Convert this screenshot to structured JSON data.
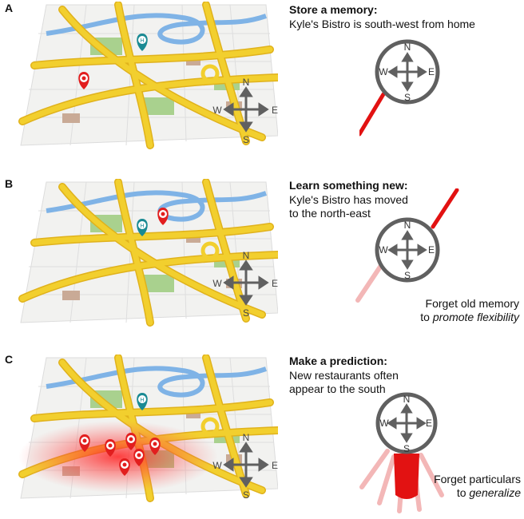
{
  "panels": [
    {
      "letter": "A",
      "heading": "Store a memory:",
      "description": [
        "Kyle's Bistro is south-west from home"
      ],
      "note": null
    },
    {
      "letter": "B",
      "heading": "Learn something new:",
      "description": [
        "Kyle's Bistro has moved",
        "to the north-east"
      ],
      "note": {
        "plain": "Forget old memory",
        "prefix": "to ",
        "emphasis": "promote flexibility"
      }
    },
    {
      "letter": "C",
      "heading": "Make a prediction:",
      "description": [
        "New restaurants often",
        "appear to the south"
      ],
      "note": {
        "plain": "Forget particulars",
        "prefix": "to ",
        "emphasis": "generalize"
      }
    }
  ],
  "compass_labels": {
    "n": "N",
    "s": "S",
    "e": "E",
    "w": "W"
  },
  "home_marker_letter": "H",
  "colors": {
    "road": "#f2cf2e",
    "road_edge": "#e0b21c",
    "river": "#7fb3e6",
    "park": "#a9d18e",
    "block": "#f2f2f0",
    "building": "#c9aa96",
    "restaurant_pin": "#e21e1e",
    "home_pin": "#1a8a93",
    "needle": "#e21212",
    "compass": "#606060"
  }
}
